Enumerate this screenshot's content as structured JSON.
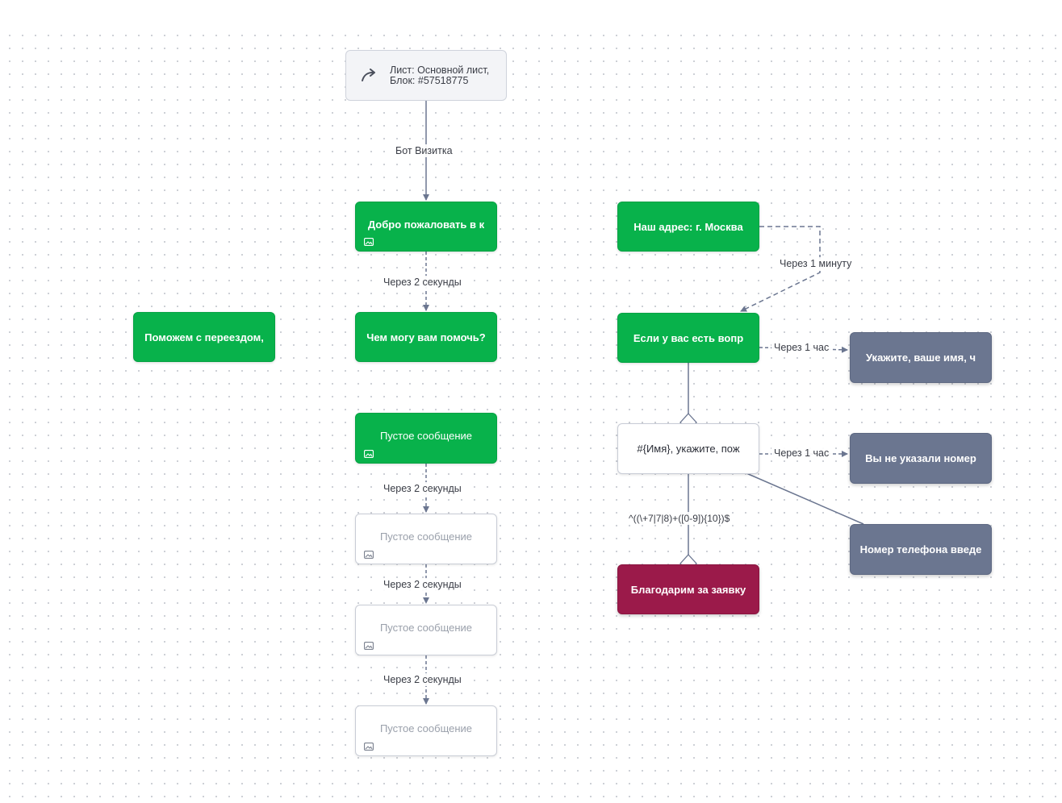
{
  "redirect_node": {
    "line1": "Лист: Основной лист,",
    "line2": "Блок: #57518775",
    "icon": "redirect-arrow-icon"
  },
  "nodes": {
    "welcome": "Добро пожаловать в к",
    "help_moving": "Поможем с переездом,",
    "how_help": "Чем могу вам помочь?",
    "empty_green": "Пустое сообщение",
    "empty_1": "Пустое сообщение",
    "empty_2": "Пустое сообщение",
    "empty_3": "Пустое сообщение",
    "address": "Наш адрес: г. Москва",
    "question": "Если у вас есть вопр",
    "name_phone": "#{Имя}, укажите, пож",
    "thanks": "Благодарим за заявку",
    "ask_name": "Укажите, ваше имя, ч",
    "no_phone": "Вы не указали номер",
    "phone_entered": "Номер телефона введе"
  },
  "edge_labels": {
    "bot": "Бот Визитка",
    "delay_welcome": "Через 2 секунды",
    "delay_empty_1": "Через 2 секунды",
    "delay_empty_2": "Через 2 секунды",
    "delay_empty_3": "Через 2 секунды",
    "one_minute": "Через 1 минуту",
    "hour_question": "Через 1 час",
    "hour_name": "Через 1 час",
    "regex": "^((\\+7|7|8)+([0-9]){10})$"
  },
  "colors": {
    "green": "#08b24b",
    "gray": "#6b7690",
    "crimson": "#9b1a4a",
    "edge": "#6b7690"
  },
  "icons": {
    "image_attachment": "image-icon",
    "branch_point": "diamond-icon"
  }
}
